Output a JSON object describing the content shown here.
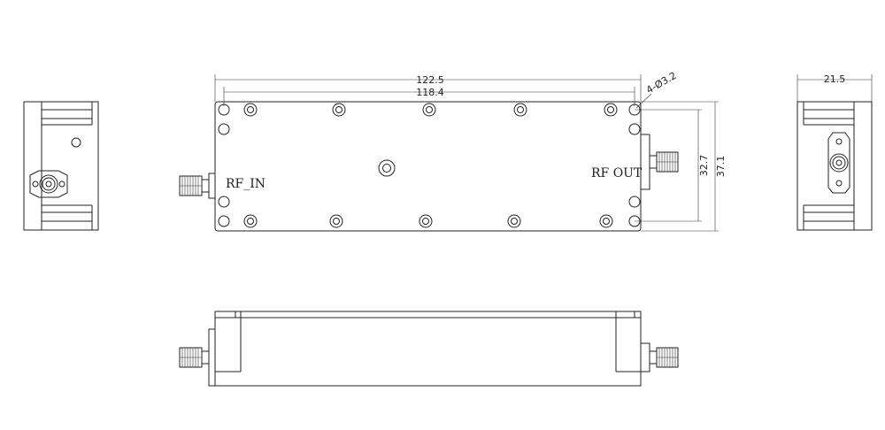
{
  "labels": {
    "rf_in": "RF_IN",
    "rf_out": "RF OUT"
  },
  "dimensions": {
    "overall_length": "122.5",
    "hole_spacing": "118.4",
    "mount_holes": "4-Ø3.2",
    "hole_pitch_height": "32.7",
    "overall_height": "37.1",
    "end_width": "21.5"
  },
  "colors": {
    "line": "#222222",
    "background": "#ffffff"
  }
}
